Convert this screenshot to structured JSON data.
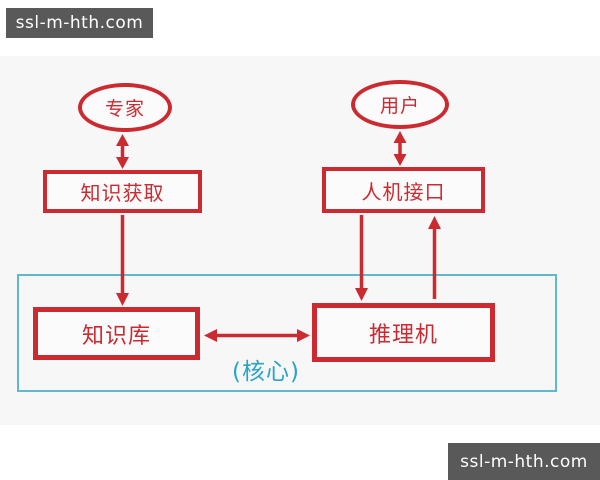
{
  "watermark": {
    "text": "ssl-m-hth.com"
  },
  "diagram": {
    "title_implicit": "",
    "nodes": {
      "expert": {
        "label": "专家",
        "shape": "ellipse"
      },
      "user": {
        "label": "用户",
        "shape": "ellipse"
      },
      "knowledge_acquisition": {
        "label": "知识获取",
        "shape": "rect"
      },
      "human_machine_interface": {
        "label": "人机接口",
        "shape": "rect"
      },
      "knowledge_base": {
        "label": "知识库",
        "shape": "rect"
      },
      "inference_engine": {
        "label": "推理机",
        "shape": "rect"
      }
    },
    "core_label": "(核心)",
    "edges": [
      {
        "from": "expert",
        "to": "knowledge_acquisition",
        "direction": "both"
      },
      {
        "from": "user",
        "to": "human_machine_interface",
        "direction": "both"
      },
      {
        "from": "knowledge_acquisition",
        "to": "knowledge_base",
        "direction": "down"
      },
      {
        "from": "human_machine_interface",
        "to": "inference_engine",
        "direction": "down"
      },
      {
        "from": "inference_engine",
        "to": "human_machine_interface",
        "direction": "up"
      },
      {
        "from": "knowledge_base",
        "to": "inference_engine",
        "direction": "both"
      }
    ],
    "colors": {
      "accent_red": "#cb2a30",
      "core_border_cyan": "#5fb9c9",
      "core_label_cyan": "#2aa3c8",
      "watermark_bg": "#595959",
      "canvas_bg": "#f7f7f7"
    }
  }
}
